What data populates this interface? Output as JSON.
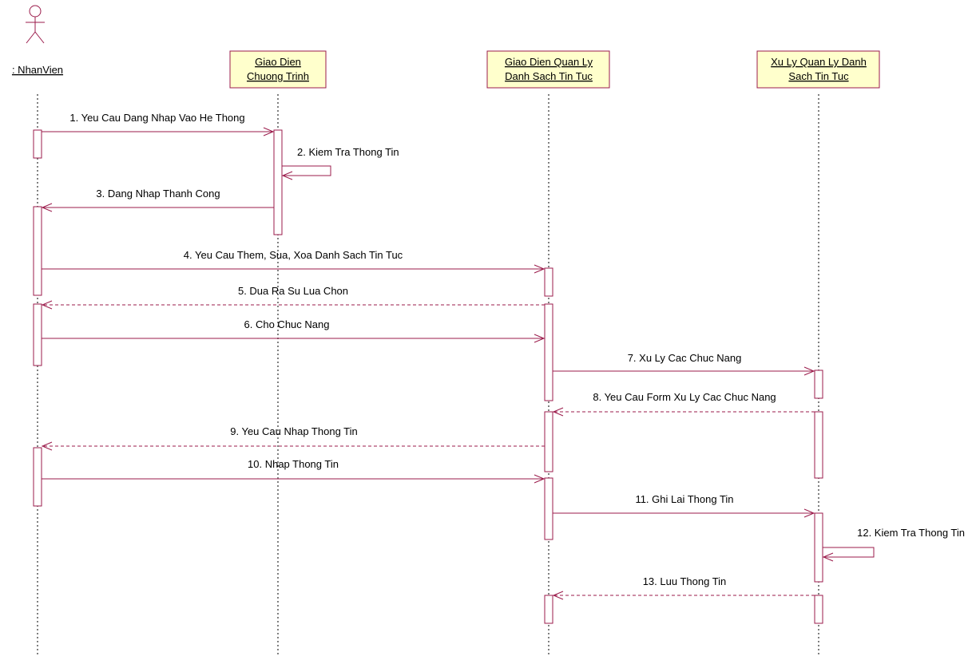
{
  "diagram": {
    "type": "uml-sequence-diagram",
    "colors": {
      "line": "#9b1b4b",
      "object_box_fill": "#ffffcc",
      "object_box_border": "#9b1b4b",
      "lifeline": "#000000",
      "text": "#000000",
      "background": "#ffffff"
    },
    "actor": {
      "name": ": NhanVien",
      "icon": "stick-figure-actor-icon"
    },
    "objects": [
      {
        "id": "gdct",
        "lines": [
          "Giao Dien",
          "Chuong Trinh"
        ]
      },
      {
        "id": "gdql",
        "lines": [
          "Giao Dien Quan Ly",
          "Danh Sach Tin Tuc"
        ]
      },
      {
        "id": "xlql",
        "lines": [
          "Xu Ly Quan Ly Danh",
          "Sach Tin Tuc"
        ]
      }
    ],
    "messages": [
      {
        "label": "1. Yeu Cau Dang Nhap Vao He Thong",
        "from": "nhanvien",
        "to": "gdct",
        "kind": "sync"
      },
      {
        "label": "2. Kiem Tra Thong Tin",
        "from": "gdct",
        "to": "gdct",
        "kind": "self"
      },
      {
        "label": "3. Dang Nhap Thanh Cong",
        "from": "gdct",
        "to": "nhanvien",
        "kind": "sync"
      },
      {
        "label": "4. Yeu Cau Them, Sua, Xoa Danh Sach Tin Tuc",
        "from": "nhanvien",
        "to": "gdql",
        "kind": "sync"
      },
      {
        "label": "5. Dua Ra Su Lua Chon",
        "from": "gdql",
        "to": "nhanvien",
        "kind": "return"
      },
      {
        "label": "6. Cho Chuc Nang",
        "from": "nhanvien",
        "to": "gdql",
        "kind": "sync"
      },
      {
        "label": "7. Xu Ly Cac Chuc Nang",
        "from": "gdql",
        "to": "xlql",
        "kind": "sync"
      },
      {
        "label": "8. Yeu Cau Form Xu Ly Cac Chuc Nang",
        "from": "xlql",
        "to": "gdql",
        "kind": "return"
      },
      {
        "label": "9. Yeu Cau Nhap Thong Tin",
        "from": "gdql",
        "to": "nhanvien",
        "kind": "return"
      },
      {
        "label": "10. Nhap Thong Tin",
        "from": "nhanvien",
        "to": "gdql",
        "kind": "sync"
      },
      {
        "label": "11. Ghi Lai Thong Tin",
        "from": "gdql",
        "to": "xlql",
        "kind": "sync"
      },
      {
        "label": "12. Kiem Tra Thong Tin",
        "from": "xlql",
        "to": "xlql",
        "kind": "self"
      },
      {
        "label": "13. Luu Thong Tin",
        "from": "xlql",
        "to": "gdql",
        "kind": "return"
      }
    ]
  }
}
